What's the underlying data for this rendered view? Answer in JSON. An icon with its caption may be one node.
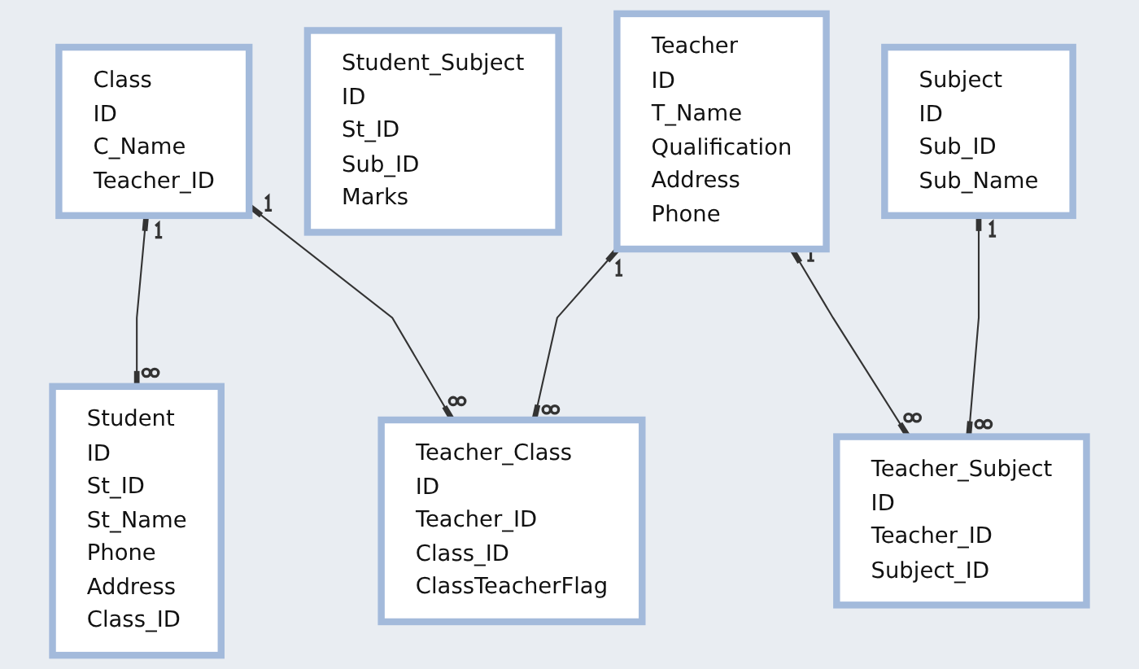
{
  "diagram": {
    "nodes": [
      {
        "text": [
          "Class",
          "ID",
          "C_Name",
          "Teacher_ID"
        ]
      },
      {
        "text": [
          "Student",
          "ID",
          "St_ID",
          "St_Name",
          "Phone",
          "Address",
          "Class_ID"
        ]
      },
      {
        "text": [
          "Student_Subject",
          "ID",
          "St_ID",
          "Sub_ID",
          "Marks"
        ]
      },
      {
        "text": [
          "Teacher_Class",
          "ID",
          "Teacher_ID",
          "Class_ID",
          "ClassTeacherFlag"
        ]
      },
      {
        "text": [
          "Teacher_Subject",
          "ID",
          "Teacher_ID",
          "Subject_ID"
        ]
      },
      {
        "text": [
          "Subject",
          "ID",
          "Sub_ID",
          "Sub_Name"
        ]
      },
      {
        "text": [
          "Teacher",
          "ID",
          "T_Name",
          "Qualification",
          "Address",
          "Phone"
        ]
      }
    ],
    "edges": [
      {
        "from": 0,
        "to": 1,
        "arrow": "other"
      },
      {
        "from": 0,
        "to": 3,
        "arrow": "other"
      },
      {
        "from": 6,
        "to": 3,
        "arrow": "other"
      },
      {
        "from": 6,
        "to": 4,
        "arrow": "other"
      },
      {
        "from": 5,
        "to": 4,
        "arrow": "other"
      }
    ]
  }
}
